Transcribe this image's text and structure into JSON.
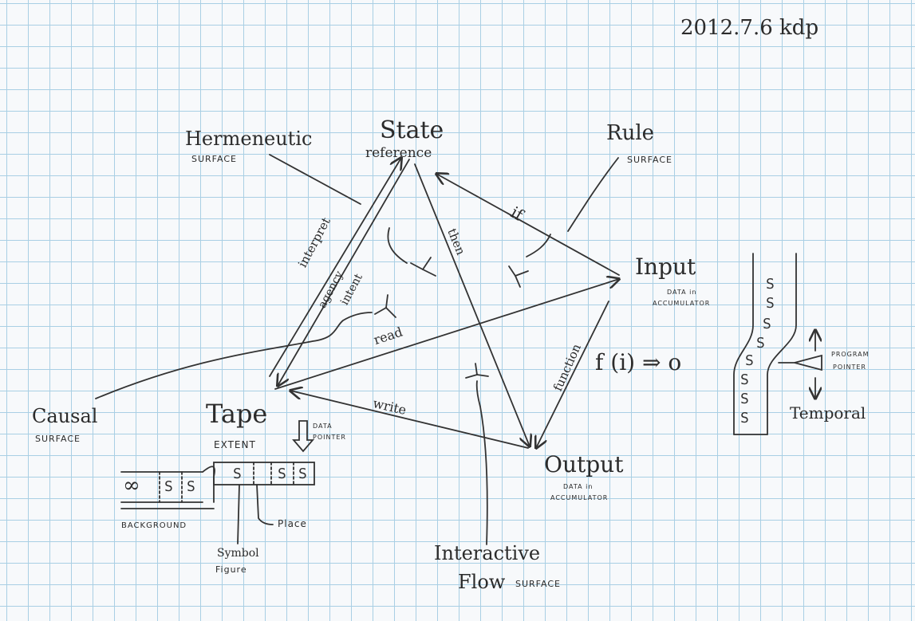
{
  "date": "2012.7.6 kdp",
  "nodes": {
    "state": {
      "title": "State",
      "sub": "reference"
    },
    "input": {
      "title": "Input",
      "sub1": "DATA in",
      "sub2": "ACCUMULATOR"
    },
    "output": {
      "title": "Output",
      "sub1": "DATA in",
      "sub2": "ACCUMULATOR"
    },
    "tape": {
      "title": "Tape",
      "sub": "EXTENT"
    }
  },
  "surfaces": {
    "hermeneutic": {
      "title": "Hermeneutic",
      "sub": "SURFACE"
    },
    "rule": {
      "title": "Rule",
      "sub": "SURFACE"
    },
    "causal": {
      "title": "Causal",
      "sub": "SURFACE"
    },
    "interactive": {
      "line1": "Interactive",
      "line2": "Flow",
      "line3": "SURFACE"
    }
  },
  "edge_labels": {
    "interpret": "interpret",
    "agency": "agency",
    "intent": "intent",
    "then": "then",
    "if": "if",
    "read": "read",
    "write": "write",
    "function": "function"
  },
  "formula": "f (i) ⇒ o",
  "tape_parts": {
    "data_pointer_1": "DATA",
    "data_pointer_2": "POINTER",
    "infinity": "∞",
    "symbol": "S",
    "background": "BACKGROUND",
    "place": "Place",
    "symbol_label": "Symbol",
    "figure_label": "Figure"
  },
  "program": {
    "symbol": "S",
    "pointer_1": "PROGRAM",
    "pointer_2": "POINTER",
    "temporal": "Temporal"
  }
}
